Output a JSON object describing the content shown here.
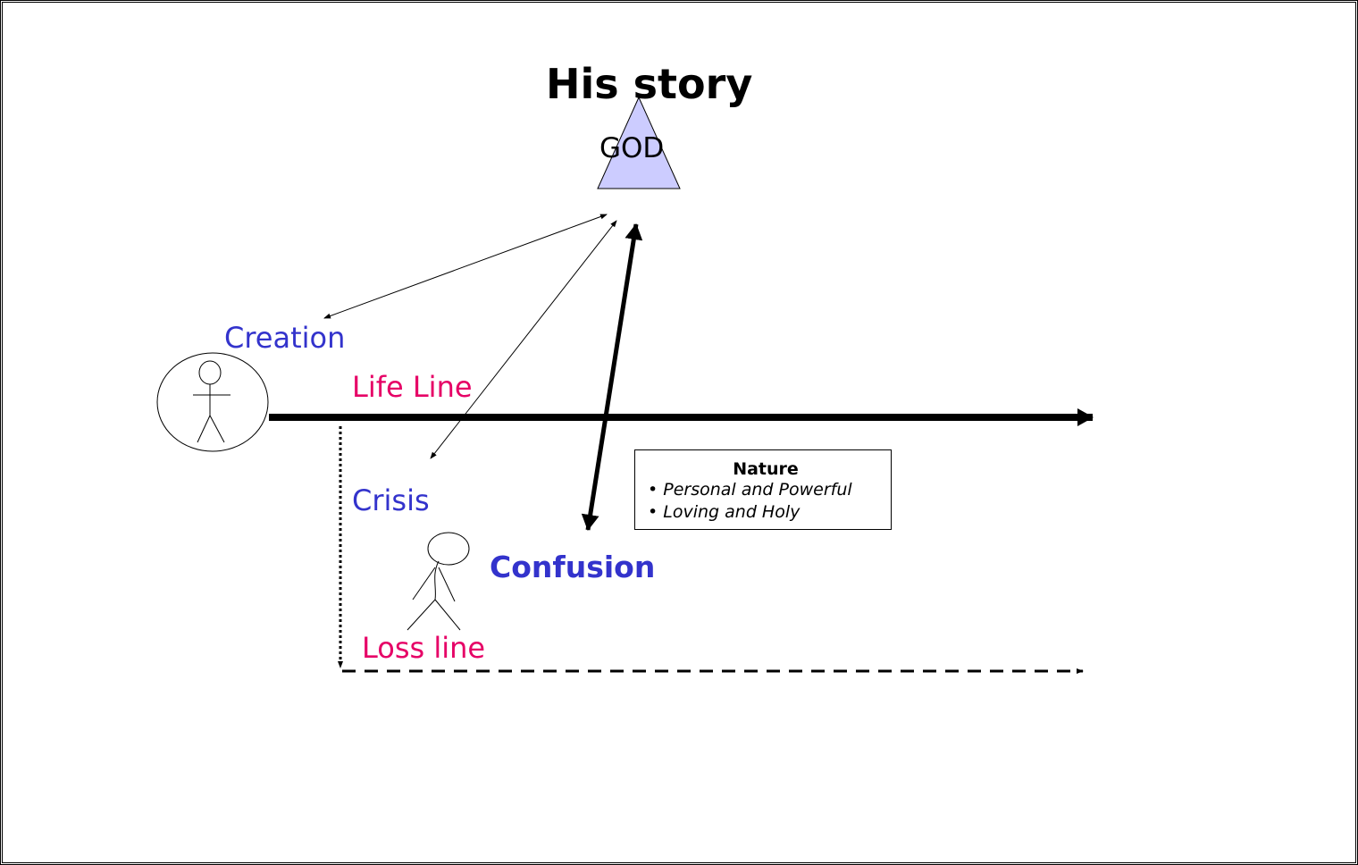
{
  "title": "His story",
  "god_label": "GOD",
  "labels": {
    "creation": "Creation",
    "life_line": "Life Line",
    "crisis": "Crisis",
    "confusion": "Confusion",
    "loss_line": "Loss line"
  },
  "nature_box": {
    "title": "Nature",
    "bullet": "•",
    "items": [
      "Personal and Powerful",
      "Loving and Holy"
    ]
  },
  "colors": {
    "god_fill": "#ccccff",
    "blue_label": "#3333cc",
    "pink_label": "#e60066",
    "line": "#000000"
  }
}
